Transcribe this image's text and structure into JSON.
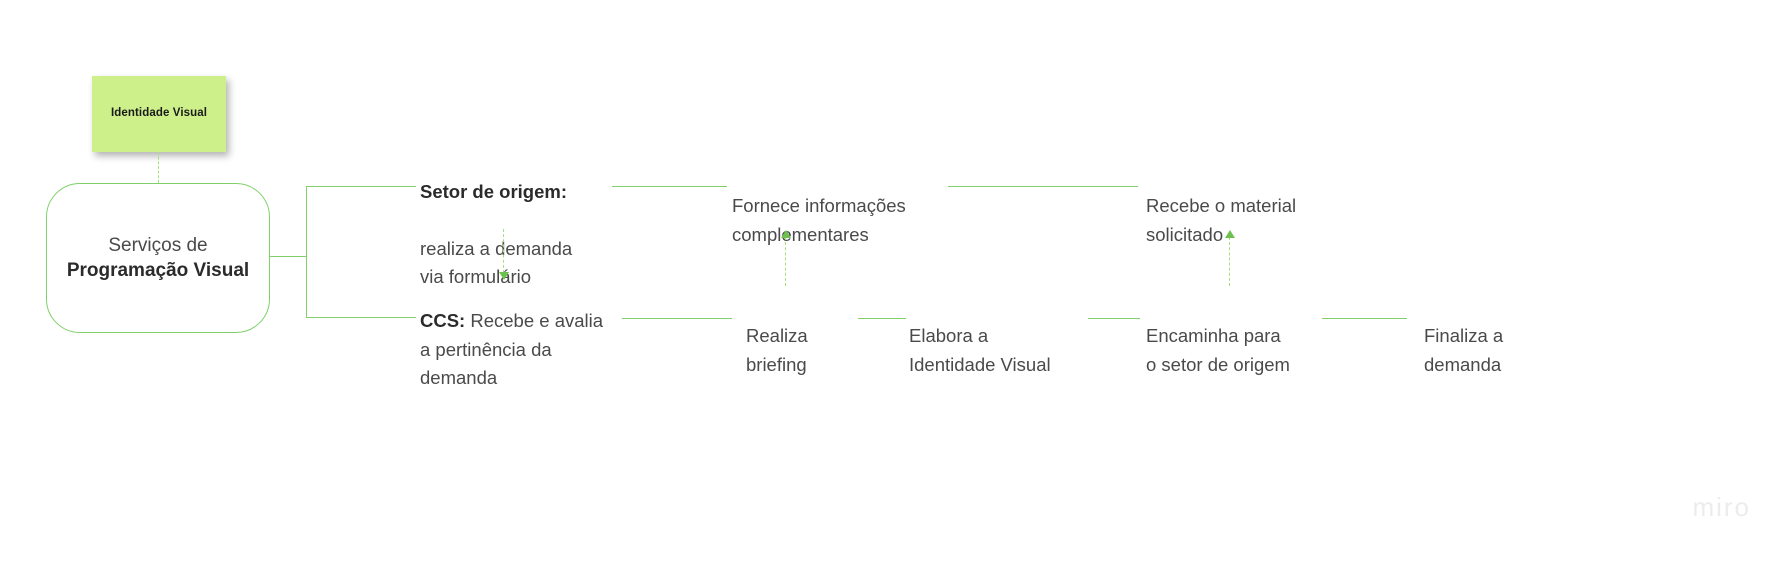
{
  "board": {
    "watermark": "miro",
    "accent_color": "#7fd06b",
    "sticky_color": "#cdf08a",
    "dashed_color": "#a5e07f",
    "text_color": "#4a4a4a",
    "bold_text_color": "#2b2b2b"
  },
  "sticky_note": {
    "label": "Identidade\nVisual"
  },
  "root_node": {
    "line_1": "Serviços de",
    "line_2": "Programação\nVisual"
  },
  "flow": {
    "top_row": [
      {
        "id": "setor-origem",
        "bold_prefix": "Setor de origem:",
        "body": "realiza a demanda\nvia formulário"
      },
      {
        "id": "fornece-informacoes",
        "bold_prefix": "",
        "body": "Fornece informações\ncomplementares"
      },
      {
        "id": "recebe-material",
        "bold_prefix": "",
        "body": "Recebe o material\nsolicitado"
      }
    ],
    "bottom_row": [
      {
        "id": "ccs-recebe",
        "bold_prefix": "CCS:",
        "body": " Recebe e avalia\na pertinência da\ndemanda"
      },
      {
        "id": "realiza-briefing",
        "bold_prefix": "",
        "body": "Realiza\nbriefing"
      },
      {
        "id": "elabora-identidade",
        "bold_prefix": "",
        "body": "Elabora a\nIdentidade Visual"
      },
      {
        "id": "encaminha-setor",
        "bold_prefix": "",
        "body": "Encaminha para\no setor de origem"
      },
      {
        "id": "finaliza-demanda",
        "bold_prefix": "",
        "body": "Finaliza a\ndemanda"
      }
    ]
  }
}
